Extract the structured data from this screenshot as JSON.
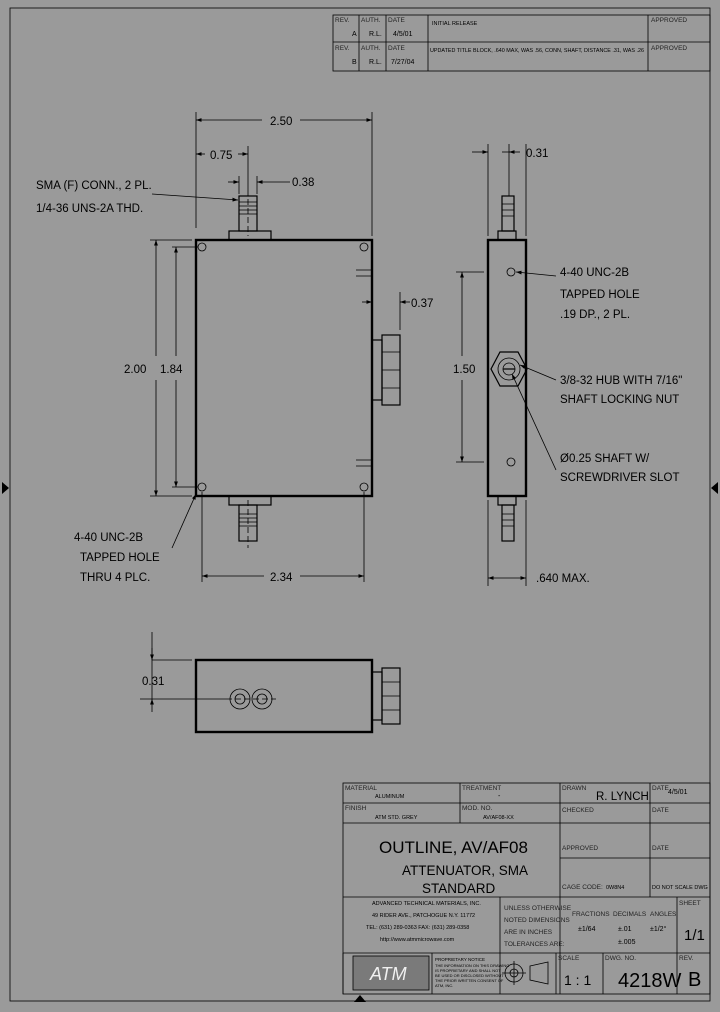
{
  "revisions": {
    "rev_label": "REV.",
    "auth_label": "AUTH.",
    "date_label": "DATE",
    "approved_label": "APPROVED",
    "rows": [
      {
        "rev": "A",
        "auth": "R.L.",
        "date": "4/5/01",
        "desc": "INITIAL RELEASE"
      },
      {
        "rev": "B",
        "auth": "R.L.",
        "date": "7/27/04",
        "desc": "UPDATED TITLE BLOCK, .640 MAX, WAS .56, CONN, SHAFT, DISTANCE .31, WAS .26"
      }
    ]
  },
  "dimensions": {
    "width_overall": "2.50",
    "conn_offset": "0.75",
    "conn_dia": "0.38",
    "height_overall": "2.00",
    "hole_spacing_v": "1.84",
    "hub_protrusion": "0.37",
    "hole_spacing_h": "2.34",
    "side_offset": "0.31",
    "side_hole_spacing": "1.50",
    "side_depth": ".640 MAX.",
    "bottom_offset": "0.31"
  },
  "notes": {
    "sma_line1": "SMA (F) CONN., 2 PL.",
    "sma_line2": "1/4-36 UNS-2A THD.",
    "tap_left_line1": "4-40 UNC-2B",
    "tap_left_line2": "TAPPED HOLE",
    "tap_left_line3": "THRU 4 PLC.",
    "tap_right_line1": "4-40 UNC-2B",
    "tap_right_line2": "TAPPED HOLE",
    "tap_right_line3": ".19 DP., 2 PL.",
    "hub_line1": "3/8-32 HUB WITH 7/16\"",
    "hub_line2": "SHAFT LOCKING NUT",
    "shaft_line1": "Ø0.25 SHAFT W/",
    "shaft_line2": "SCREWDRIVER SLOT"
  },
  "title_block": {
    "material_label": "MATERIAL",
    "material": "ALUMINUM",
    "treatment_label": "TREATMENT",
    "treatment": "-",
    "finish_label": "FINISH",
    "finish": "ATM STD. GREY",
    "model_label": "MOD. NO.",
    "model": "AV/AF08-XX",
    "drawn_label": "DRAWN",
    "drawn": "R. LYNCH",
    "date_label": "DATE",
    "drawn_date": "4/5/01",
    "checked_label": "CHECKED",
    "approved_label": "APPROVED",
    "title_line1": "OUTLINE, AV/AF08",
    "title_line2": "ATTENUATOR, SMA",
    "title_line3": "STANDARD",
    "cage_label": "CAGE CODE:",
    "cage": "0W8N4",
    "do_not_scale": "DO NOT SCALE DWG",
    "company_line1": "ADVANCED TECHNICAL MATERIALS, INC.",
    "company_line2": "49 RIDER AVE., PATCHOGUE N.Y. 11772",
    "company_line3": "TEL: (631) 289-0363   FAX: (631) 289-0358",
    "company_line4": "http://www.atmmicrowave.com",
    "logo_text": "ATM",
    "prop_title": "PROPRIETARY NOTICE",
    "prop_line1": "THE INFORMATION ON THIS DRAWING",
    "prop_line2": "IS PROPRIETARY AND SHALL NOT",
    "prop_line3": "BE USED OR DISCLOSED WITHOUT",
    "prop_line4": "THE PRIOR WRITTEN CONSENT OF",
    "prop_line5": "ATM, INC.",
    "tol_line1": "UNLESS OTHERWISE",
    "tol_line2": "NOTED DIMENSIONS",
    "tol_line3": "ARE IN INCHES",
    "tol_line4": "TOLERANCES ARE:",
    "fractions_label": "FRACTIONS",
    "fractions": "±1/64",
    "decimals_label": "DECIMALS",
    "dec1": "±.01",
    "dec2": "±.005",
    "angles_label": "ANGLES",
    "angles": "±1/2°",
    "sheet_label": "SHEET",
    "sheet": "1/1",
    "scale_label": "SCALE",
    "scale": "1 : 1",
    "dwg_label": "DWG. NO.",
    "dwg": "4218W",
    "rev_label": "REV.",
    "rev": "B"
  }
}
